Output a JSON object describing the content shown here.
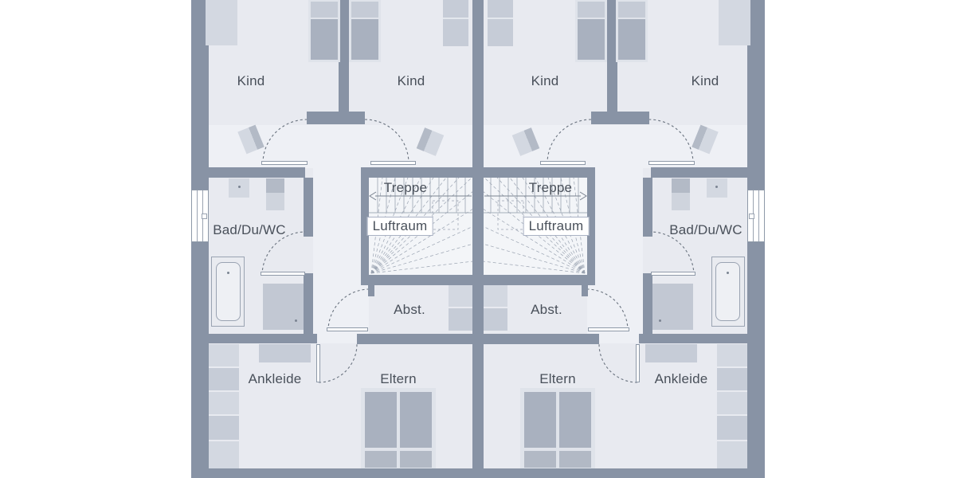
{
  "labels": {
    "kind": "Kind",
    "treppe": "Treppe",
    "luftraum": "Luftraum",
    "bad": "Bad/Du/WC",
    "abst": "Abst.",
    "ankleide": "Ankleide",
    "eltern": "Eltern"
  },
  "colors": {
    "wall": "#8893a5",
    "floor": "#e8eaf0",
    "hall": "#eef0f5",
    "stairsbg": "#f3f5f8",
    "furnlight": "#d3d8e1",
    "furnmid": "#c6ccd7",
    "mattress": "#a9b1bf",
    "bedframe": "#dfe3ea",
    "pillow": "#c5cbd6",
    "line": "#9aa3b1",
    "text": "#49505a",
    "windowfill": "#ffffff",
    "outside": "#ffffff"
  }
}
